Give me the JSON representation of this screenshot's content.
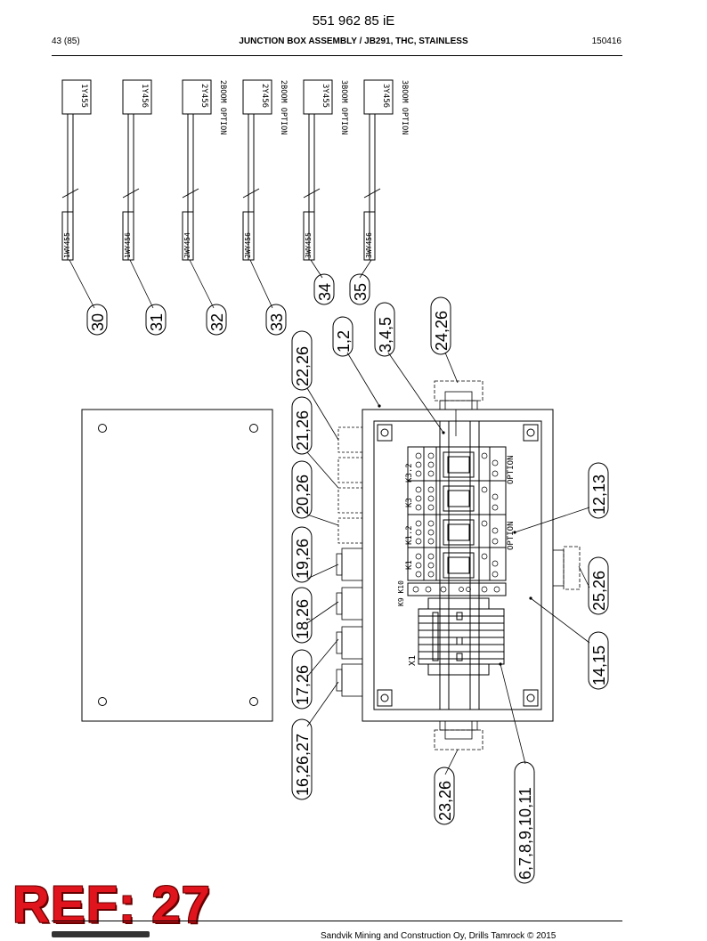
{
  "header": {
    "doc_number": "551 962 85 iE",
    "page": "43 (85)",
    "title": "JUNCTION BOX ASSEMBLY / JB291, THC, STAINLESS",
    "date": "150416"
  },
  "footer": {
    "copyright": "Sandvik Mining and Construction Oy, Drills Tamrock © 2015"
  },
  "ref_label": "REF: 27",
  "cables": [
    {
      "end_tag": "1Y455",
      "wire_tag": "1WY455",
      "note": ""
    },
    {
      "end_tag": "1Y456",
      "wire_tag": "1WY456",
      "note": ""
    },
    {
      "end_tag": "2Y455",
      "wire_tag": "2WY454",
      "note": "2BOOM OPTION"
    },
    {
      "end_tag": "2Y456",
      "wire_tag": "2WY456",
      "note": "2BOOM OPTION"
    },
    {
      "end_tag": "3Y455",
      "wire_tag": "3WY455",
      "note": "3BOOM OPTION"
    },
    {
      "end_tag": "3Y456",
      "wire_tag": "3WY456",
      "note": "3BOOM OPTION"
    }
  ],
  "callouts": {
    "c30": "30",
    "c31": "31",
    "c32": "32",
    "c33": "33",
    "c34": "34",
    "c35": "35",
    "c1_2": "1,2",
    "c3_4_5": "3,4,5",
    "c24_26": "24,26",
    "c22_26": "22,26",
    "c21_26": "21,26",
    "c20_26": "20,26",
    "c19_26": "19,26",
    "c18_26": "18,26",
    "c17_26": "17,26",
    "c16_26_27": "16,26,27",
    "c12_13": "12,13",
    "c25_26": "25,26",
    "c14_15": "14,15",
    "c23_26": "23,26",
    "c6_11": "6,7,8,9,10,11"
  },
  "relay_labels": {
    "k3_2": "K3.2",
    "k3": "K3",
    "k1_2": "K1.2",
    "k1": "K1",
    "k9_k10": "K9 K10",
    "x1": "X1",
    "option_top": "OPTION",
    "option_mid": "OPTION"
  }
}
